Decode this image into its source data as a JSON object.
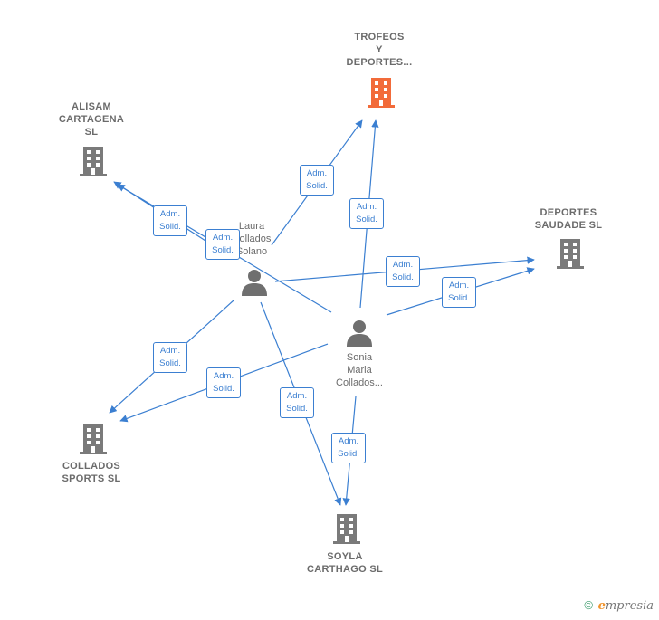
{
  "companies": [
    {
      "id": "trofeos",
      "name": "TROFEOS\nY\nDEPORTES...",
      "highlight": true
    },
    {
      "id": "alisam",
      "name": "ALISAM\nCARTAGENA\nSL",
      "highlight": false
    },
    {
      "id": "saudade",
      "name": "DEPORTES\nSAUDADE  SL",
      "highlight": false
    },
    {
      "id": "collados",
      "name": "COLLADOS\nSPORTS SL",
      "highlight": false
    },
    {
      "id": "soyla",
      "name": "SOYLA\nCARTHAGO  SL",
      "highlight": false
    }
  ],
  "people": [
    {
      "id": "laura",
      "name": "Laura\nCollados\nSolano"
    },
    {
      "id": "sonia",
      "name": "Sonia\nMaria\nCollados..."
    }
  ],
  "relations": [
    {
      "from": "laura",
      "to": "alisam",
      "label": "Adm.\nSolid."
    },
    {
      "from": "sonia",
      "to": "alisam",
      "label": "Adm.\nSolid."
    },
    {
      "from": "laura",
      "to": "trofeos",
      "label": "Adm.\nSolid."
    },
    {
      "from": "sonia",
      "to": "trofeos",
      "label": "Adm.\nSolid."
    },
    {
      "from": "laura",
      "to": "saudade",
      "label": "Adm.\nSolid."
    },
    {
      "from": "sonia",
      "to": "saudade",
      "label": "Adm.\nSolid."
    },
    {
      "from": "laura",
      "to": "collados",
      "label": "Adm.\nSolid."
    },
    {
      "from": "sonia",
      "to": "collados",
      "label": "Adm.\nSolid."
    },
    {
      "from": "laura",
      "to": "soyla",
      "label": "Adm.\nSolid."
    },
    {
      "from": "sonia",
      "to": "soyla",
      "label": "Adm.\nSolid."
    }
  ],
  "colors": {
    "edge": "#3b7fd1",
    "company": "#7a7a7a",
    "highlight": "#f26b3a",
    "person": "#6f6f6f"
  },
  "footer": {
    "copyright": "©",
    "brand_initial": "e",
    "brand_rest": "mpresia"
  }
}
